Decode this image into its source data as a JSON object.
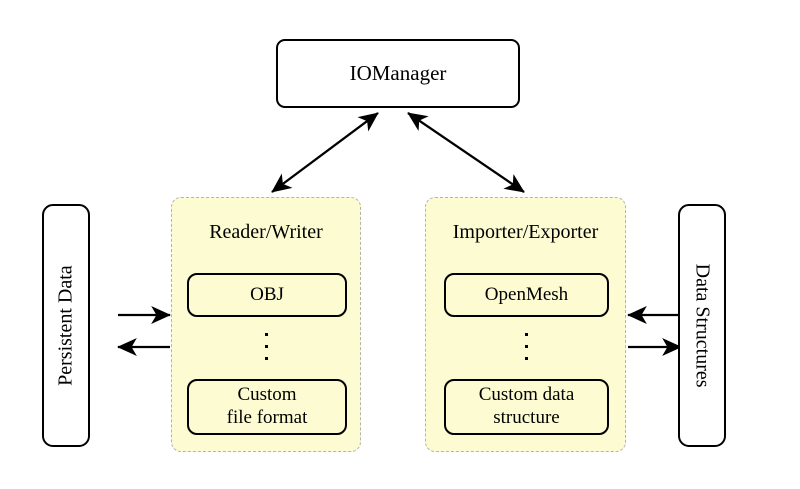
{
  "diagram": {
    "title_node": {
      "label": "IOManager"
    },
    "left_endpoint": {
      "label": "Persistent Data"
    },
    "right_endpoint": {
      "label": "Data Structures"
    },
    "panels": [
      {
        "title": "Reader/Writer",
        "items": [
          {
            "label": "OBJ"
          },
          {
            "label": "Custom\nfile format"
          }
        ],
        "ellipsis": "⋮"
      },
      {
        "title": "Importer/Exporter",
        "items": [
          {
            "label": "OpenMesh"
          },
          {
            "label": "Custom data\nstructure"
          }
        ],
        "ellipsis": "⋮"
      }
    ],
    "connectors": [
      {
        "name": "iomanager-to-reader-writer",
        "style": "double-headed-diagonal"
      },
      {
        "name": "iomanager-to-importer-exporter",
        "style": "double-headed-diagonal"
      },
      {
        "name": "persistent-data-to-reader-writer",
        "style": "single-head-right"
      },
      {
        "name": "reader-writer-to-persistent-data",
        "style": "single-head-left"
      },
      {
        "name": "data-structures-to-importer-exporter",
        "style": "single-head-left"
      },
      {
        "name": "importer-exporter-to-data-structures",
        "style": "single-head-right"
      }
    ],
    "colors": {
      "panel_fill": "#fcfbd2",
      "panel_border": "#b3b3b3",
      "node_border": "#000000",
      "background": "#ffffff",
      "text": "#000000"
    }
  }
}
